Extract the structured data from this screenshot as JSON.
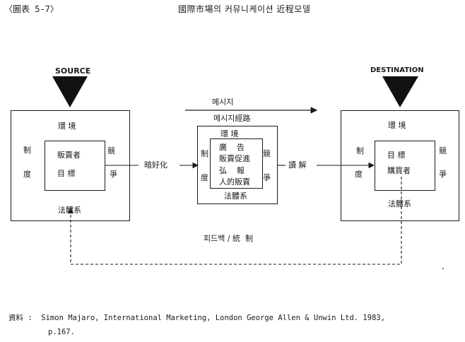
{
  "header": {
    "figure_no": "〈圖表 5-7〉",
    "title": "國際市場의  커뮤니케이션  近程모델"
  },
  "source": {
    "label": "SOURCE",
    "env": "環 境",
    "left_top": "制",
    "left_bottom": "度",
    "right_top": "競",
    "right_bottom": "爭",
    "inner_line1": "販賣者",
    "inner_line2": "目 標",
    "law": "法體系"
  },
  "encode": "暗好化",
  "message": {
    "label": "메시지",
    "path_label": "메시지經路"
  },
  "channel": {
    "env": "環 境",
    "left_top": "制",
    "left_bottom": "度",
    "right_top": "競",
    "right_bottom": "爭",
    "inner_line1": "廣    告",
    "inner_line2": "販賣促進",
    "inner_line3": "弘    報",
    "inner_line4": "人的販賣",
    "law": "法體系"
  },
  "decode": "讀 解",
  "destination": {
    "label": "DESTINATION",
    "env": "環 境",
    "left_top": "制",
    "left_bottom": "度",
    "right_top": "競",
    "right_bottom": "爭",
    "inner_line1": "目 標",
    "inner_line2": "購買者",
    "law": "法體系"
  },
  "feedback": "피드백 / 統  制",
  "source_note": {
    "line1": "資料 :  Simon Majaro, International Marketing, London George Allen & Unwin Ltd. 1983,",
    "line2": "p.167."
  }
}
